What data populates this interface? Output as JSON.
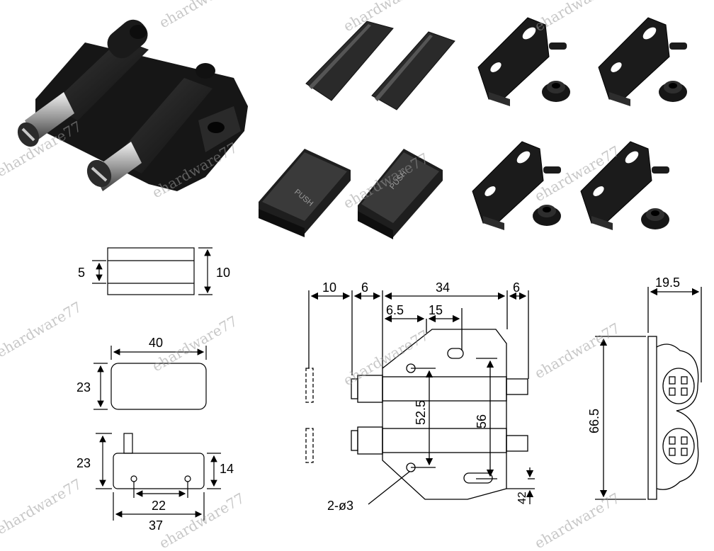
{
  "watermark": "ehardware77",
  "products": {
    "catch_main": "double push-open catch",
    "strike_plates": [
      "flat strike plate",
      "flat strike plate"
    ],
    "push_covers": [
      {
        "label": "PUSH"
      },
      {
        "label": "PUSH"
      }
    ],
    "brackets": [
      "mounting bracket",
      "mounting bracket",
      "mounting bracket",
      "mounting bracket"
    ]
  },
  "dimensions": {
    "plate_side": {
      "height": "10",
      "inner": "5"
    },
    "plate_top": {
      "width": "40",
      "height": "23"
    },
    "cover_front": {
      "width": "37",
      "hole_spacing": "22",
      "height_left": "23",
      "height_right": "14"
    },
    "catch_front": {
      "top": [
        "10",
        "6",
        "34",
        "6"
      ],
      "sub": [
        "6.5",
        "15"
      ],
      "vertical": [
        "52.5",
        "56"
      ],
      "bottom": "42",
      "holes": "2-ø3"
    },
    "catch_side": {
      "width": "19.5",
      "height": "66.5"
    }
  }
}
